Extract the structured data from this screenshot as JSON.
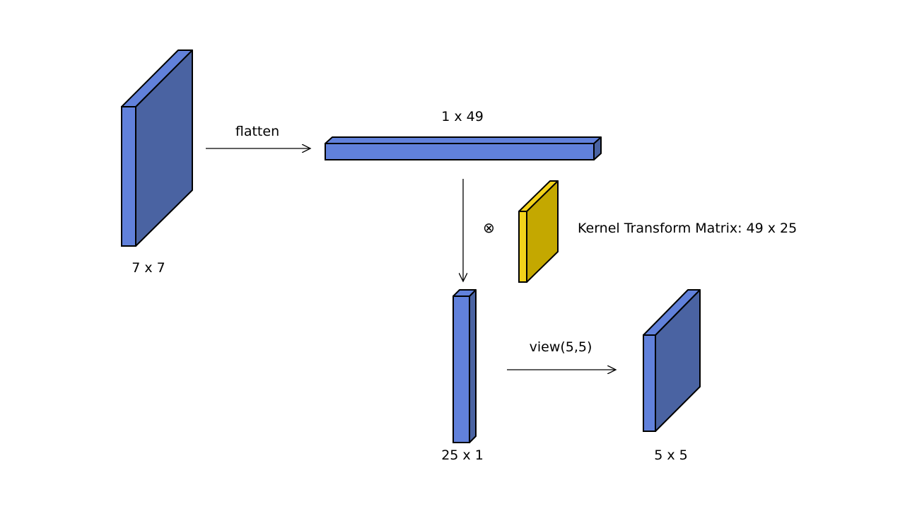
{
  "diagram": {
    "blocks": {
      "input": {
        "label": "7 x 7"
      },
      "flattened": {
        "label": "1 x 49"
      },
      "kernel": {
        "label": "Kernel Transform Matrix: 49 x 25"
      },
      "product": {
        "label": "25 x 1"
      },
      "output": {
        "label": "5 x 5"
      }
    },
    "edges": {
      "flatten": {
        "label": "flatten"
      },
      "view": {
        "label": "view(5,5)"
      },
      "matmul": {
        "symbol": "⊗"
      }
    }
  },
  "colors": {
    "blue_front": "#6181DB",
    "blue_side": "#4A63A2",
    "blue_top": "#6181DB",
    "yellow_front": "#F2D21B",
    "yellow_side": "#C4A800",
    "outline": "#000000"
  }
}
